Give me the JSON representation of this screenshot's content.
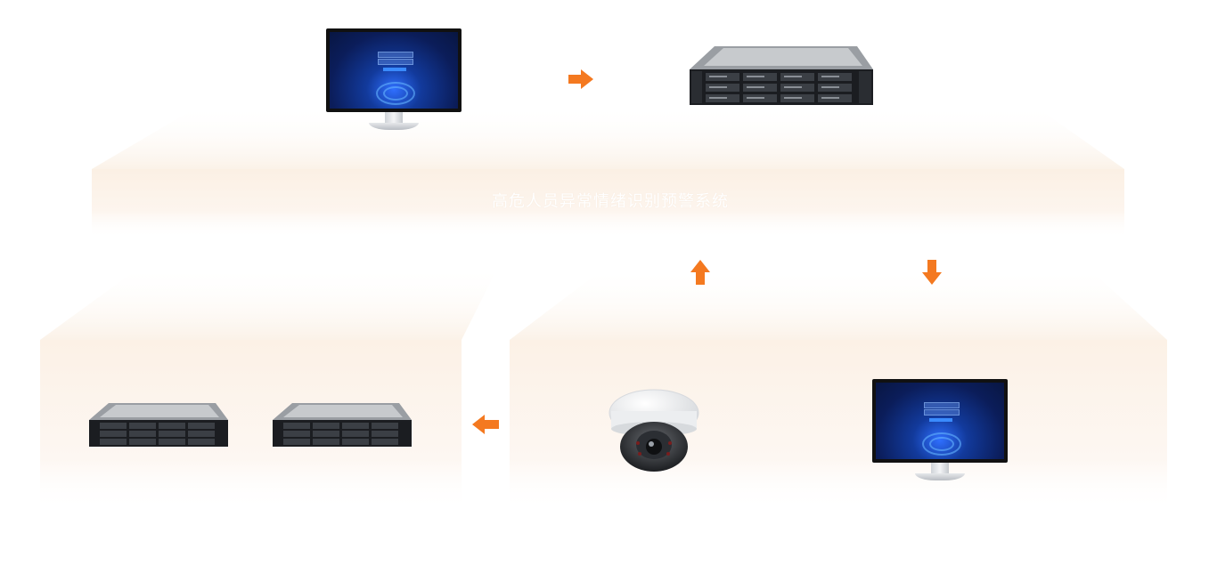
{
  "diagram": {
    "system_title": "高危人员异常情绪识别预警系统",
    "nodes": [
      {
        "id": "monitor-top",
        "icon": "monitor-icon"
      },
      {
        "id": "server-top",
        "icon": "server-icon"
      },
      {
        "id": "server-left-1",
        "icon": "server-icon"
      },
      {
        "id": "server-left-2",
        "icon": "server-icon"
      },
      {
        "id": "dome-camera",
        "icon": "camera-icon"
      },
      {
        "id": "monitor-bottom",
        "icon": "monitor-icon"
      }
    ],
    "arrows": [
      {
        "direction": "right",
        "icon": "arrow-right-icon"
      },
      {
        "direction": "up",
        "icon": "arrow-up-icon"
      },
      {
        "direction": "down",
        "icon": "arrow-down-icon"
      },
      {
        "direction": "left",
        "icon": "arrow-left-icon"
      }
    ],
    "colors": {
      "arrow": "#f47920",
      "platform": "#fcf3ea",
      "screen": "#0b1d5a"
    }
  }
}
